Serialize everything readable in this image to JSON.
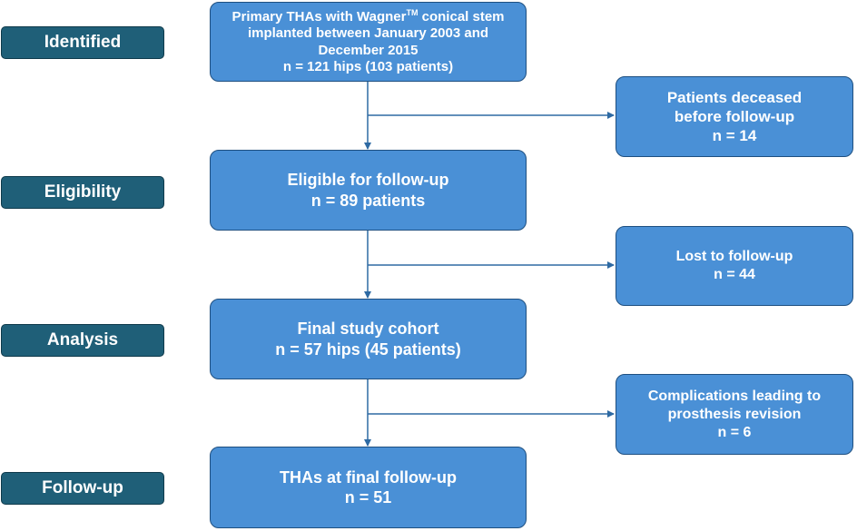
{
  "stages": {
    "identified": "Identified",
    "eligibility": "Eligibility",
    "analysis": "Analysis",
    "followup": "Follow-up"
  },
  "boxes": {
    "primary": {
      "line1_pre": "Primary THAs with Wagner",
      "line1_sup": "TM",
      "line1_post": " conical stem",
      "line2": "implanted between January 2003 and",
      "line3": "December 2015",
      "line4": "n = 121 hips (103 patients)"
    },
    "eligible": {
      "line1": "Eligible for follow-up",
      "line2": "n = 89 patients"
    },
    "final_cohort": {
      "line1": "Final study cohort",
      "line2": "n = 57 hips (45 patients)"
    },
    "final_followup": {
      "line1": "THAs at final follow-up",
      "line2": "n = 51"
    },
    "deceased": {
      "line1": "Patients deceased",
      "line2": "before follow-up",
      "line3": "n = 14"
    },
    "lost": {
      "line1": "Lost to follow-up",
      "line2": "n = 44"
    },
    "complications": {
      "line1": "Complications leading to",
      "line2": "prosthesis revision",
      "line3": "n = 6"
    }
  },
  "colors": {
    "box_fill": "#4a90d6",
    "box_border": "#1e4f80",
    "stage_fill": "#1f5f78",
    "arrow": "#2e6aa3"
  }
}
